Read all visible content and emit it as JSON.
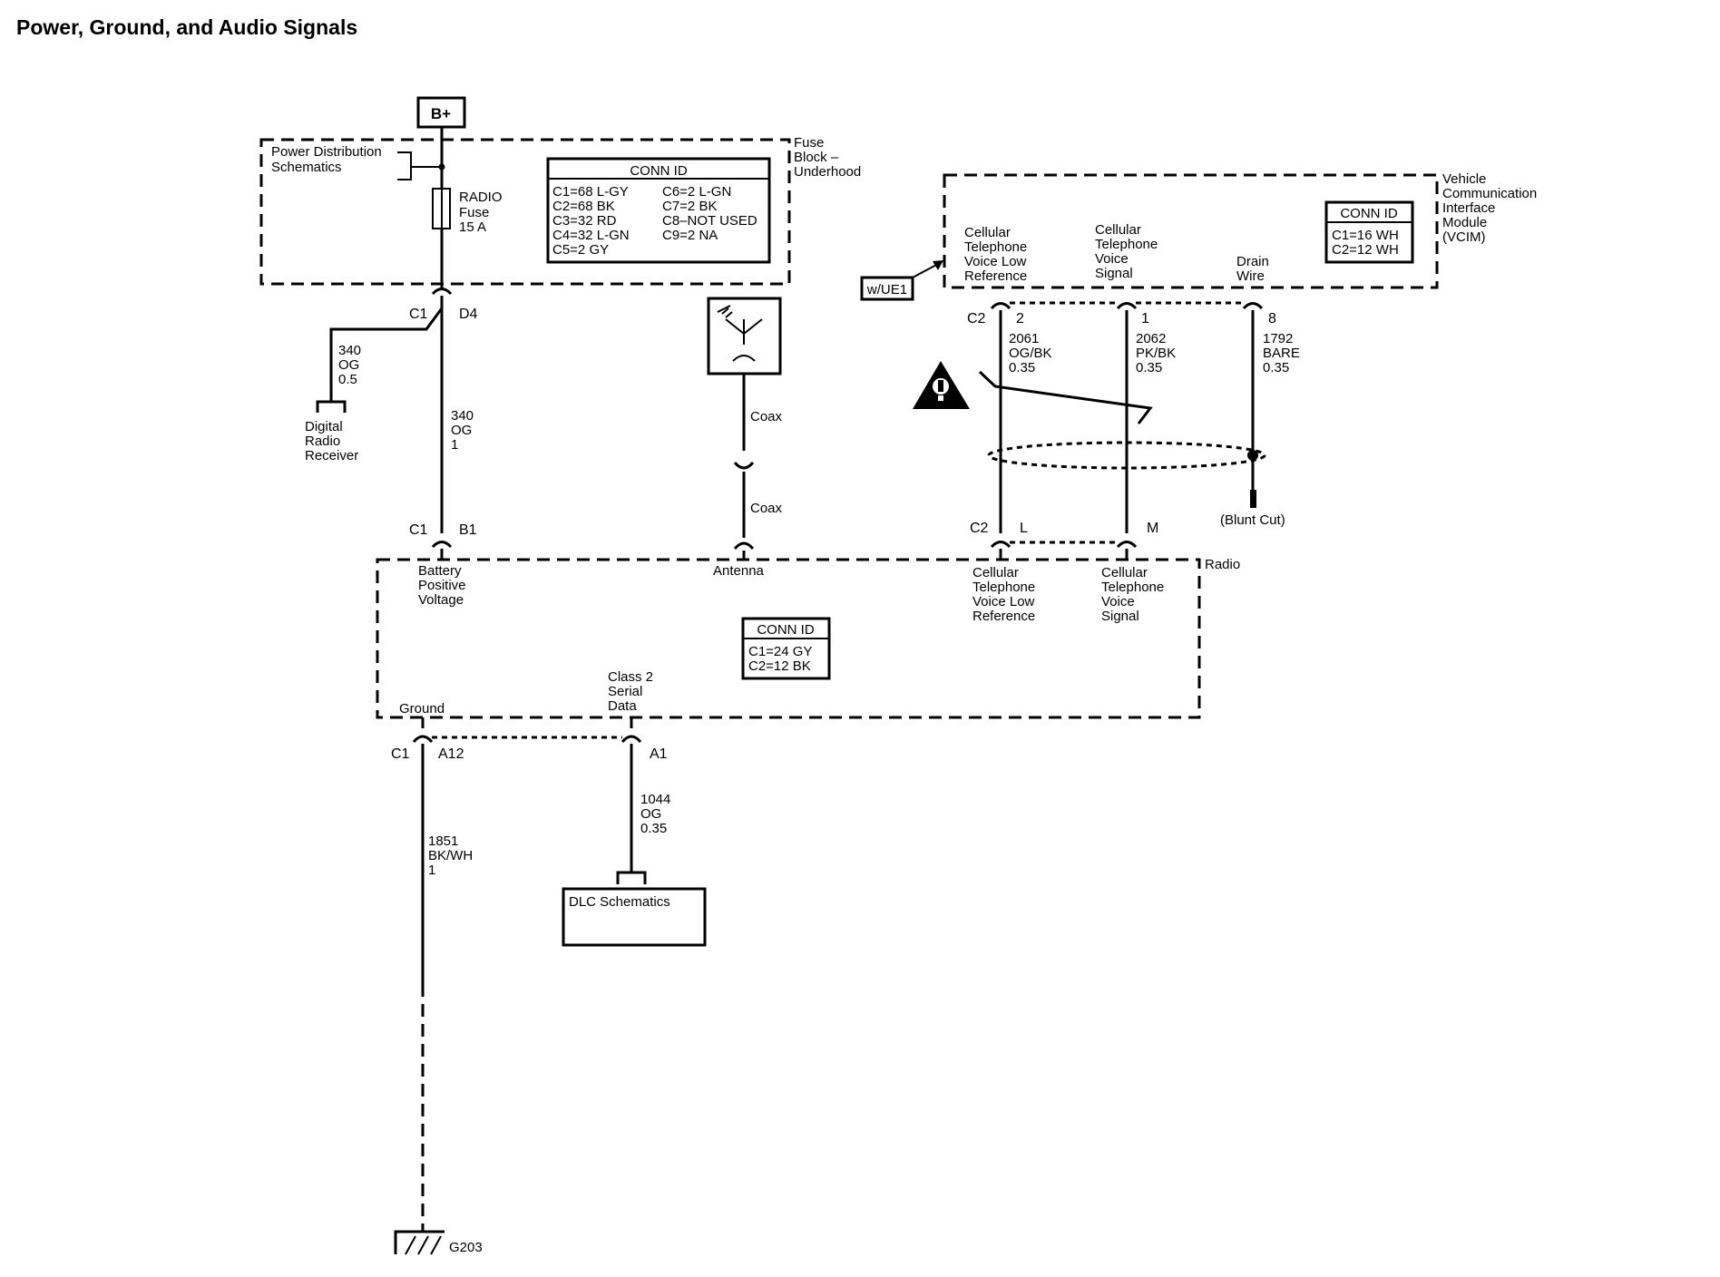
{
  "title": "Power, Ground, and Audio Signals",
  "bplus": "B+",
  "fuse_block": {
    "name": [
      "Fuse",
      "Block –",
      "Underhood"
    ],
    "power_dist": [
      "Power Distribution",
      "Schematics"
    ],
    "fuse": [
      "RADIO",
      "Fuse",
      "15 A"
    ],
    "conn_id": {
      "header": "CONN ID",
      "left": [
        "C1=68 L-GY",
        "C2=68 BK",
        "C3=32 RD",
        "C4=32 L-GN",
        "C5=2 GY"
      ],
      "right": [
        "C6=2 L-GN",
        "C7=2 BK",
        "C8–NOT USED",
        "C9=2 NA"
      ]
    },
    "conn": "C1",
    "pin": "D4"
  },
  "digital_radio": {
    "wire": [
      "340",
      "OG",
      "0.5"
    ],
    "name": [
      "Digital",
      "Radio",
      "Receiver"
    ]
  },
  "battery_wire": [
    "340",
    "OG",
    "1"
  ],
  "antenna": {
    "coax1": "Coax",
    "coax2": "Coax",
    "label": "Antenna"
  },
  "vcim": {
    "name": [
      "Vehicle",
      "Communication",
      "Interface",
      "Module",
      "(VCIM)"
    ],
    "option": "w/UE1",
    "conn_id": {
      "header": "CONN ID",
      "rows": [
        "C1=16 WH",
        "C2=12 WH"
      ]
    },
    "circuits": [
      {
        "label": [
          "Cellular",
          "Telephone",
          "Voice Low",
          "Reference"
        ],
        "conn": "C2",
        "pin": "2",
        "wire": [
          "2061",
          "OG/BK",
          "0.35"
        ]
      },
      {
        "label": [
          "Cellular",
          "Telephone",
          "Voice",
          "Signal"
        ],
        "pin": "1",
        "wire": [
          "2062",
          "PK/BK",
          "0.35"
        ]
      },
      {
        "label": [
          "Drain",
          "Wire"
        ],
        "pin": "8",
        "wire": [
          "1792",
          "BARE",
          "0.35"
        ]
      }
    ],
    "blunt_cut": "(Blunt Cut)"
  },
  "radio": {
    "name": "Radio",
    "battery": {
      "conn": "C1",
      "pin": "B1",
      "label": [
        "Battery",
        "Positive",
        "Voltage"
      ]
    },
    "cell_low": {
      "conn": "C2",
      "pin": "L",
      "label": [
        "Cellular",
        "Telephone",
        "Voice Low",
        "Reference"
      ]
    },
    "cell_sig": {
      "pin": "M",
      "label": [
        "Cellular",
        "Telephone",
        "Voice",
        "Signal"
      ]
    },
    "conn_id": {
      "header": "CONN ID",
      "rows": [
        "C1=24 GY",
        "C2=12 BK"
      ]
    },
    "ground": {
      "label": "Ground",
      "conn": "C1",
      "pin": "A12"
    },
    "class2": {
      "label": [
        "Class 2",
        "Serial",
        "Data"
      ],
      "pin": "A1"
    }
  },
  "dlc": {
    "wire": [
      "1044",
      "OG",
      "0.35"
    ],
    "label": "DLC Schematics"
  },
  "ground_wire": [
    "1851",
    "BK/WH",
    "1"
  ],
  "ground_point": "G203"
}
